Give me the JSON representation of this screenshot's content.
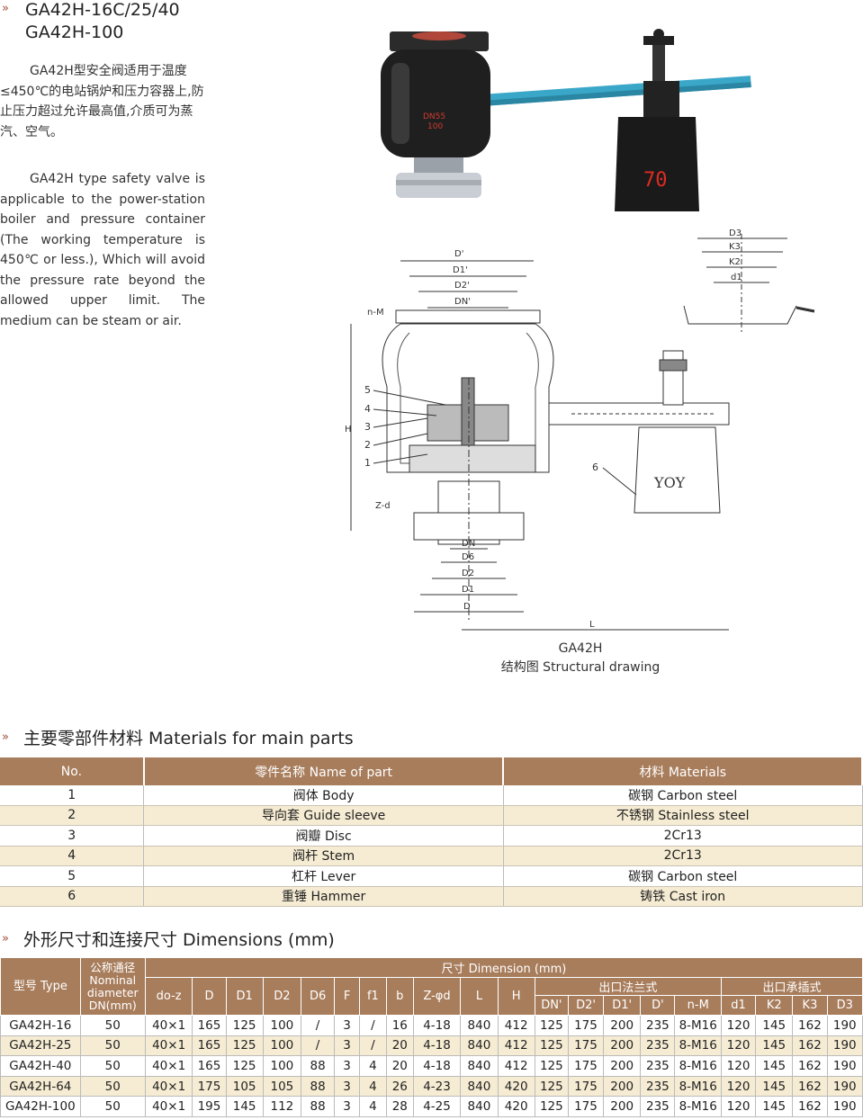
{
  "header": {
    "title_line1": "GA42H-16C/25/40",
    "title_line2": "GA42H-100"
  },
  "intro": {
    "cn": "GA42H型安全阀适用于温度≤450℃的电站锅炉和压力容器上,防止压力超过允许最高值,介质可为蒸汽、空气。",
    "en": "GA42H type safety valve is applicable to the power-station boiler and pressure container (The working temperature is 450℃ or less.), Which will avoid the pressure rate beyond the allowed upper limit. The medium can be steam or air."
  },
  "photo": {
    "body_label_1": "DN55",
    "body_label_2": "100",
    "weight_display": "70"
  },
  "drawing": {
    "caption_model": "GA42H",
    "caption_text": "结构图 Structural drawing",
    "weight_mark": "YOY",
    "labels": [
      "D'",
      "D1'",
      "D2'",
      "DN'",
      "n-M",
      "D3",
      "K3",
      "K2",
      "d1",
      "DN",
      "D6",
      "D2",
      "D1",
      "D",
      "L",
      "H",
      "Z-d",
      "1",
      "2",
      "3",
      "4",
      "5",
      "6"
    ]
  },
  "materials": {
    "section_title": "主要零部件材料 Materials for main parts",
    "headers": [
      "No.",
      "零件名称 Name of part",
      "材料 Materials"
    ],
    "rows": [
      [
        "1",
        "阀体 Body",
        "碳钢 Carbon steel"
      ],
      [
        "2",
        "导向套 Guide sleeve",
        "不锈钢 Stainless steel"
      ],
      [
        "3",
        "阀瓣 Disc",
        "2Cr13"
      ],
      [
        "4",
        "阀杆 Stem",
        "2Cr13"
      ],
      [
        "5",
        "杠杆 Lever",
        "碳钢 Carbon steel"
      ],
      [
        "6",
        "重锤 Hammer",
        "铸铁 Cast iron"
      ]
    ]
  },
  "dimensions": {
    "section_title": "外形尺寸和连接尺寸 Dimensions (mm)",
    "h_type": "型号 Type",
    "h_dn": "公称通径 Nominal diameter DN(mm)",
    "h_dimension": "尺寸 Dimension (mm)",
    "h_outlet_flange": "出口法兰式",
    "h_outlet_socket": "出口承插式",
    "cols": [
      "do-z",
      "D",
      "D1",
      "D2",
      "D6",
      "F",
      "f1",
      "b",
      "Z-φd",
      "L",
      "H",
      "DN'",
      "D2'",
      "D1'",
      "D'",
      "n-M",
      "d1",
      "K2",
      "K3",
      "D3"
    ],
    "rows": [
      [
        "GA42H-16",
        "50",
        "40×1",
        "165",
        "125",
        "100",
        "/",
        "3",
        "/",
        "16",
        "4-18",
        "840",
        "412",
        "125",
        "175",
        "200",
        "235",
        "8-M16",
        "120",
        "145",
        "162",
        "190"
      ],
      [
        "GA42H-25",
        "50",
        "40×1",
        "165",
        "125",
        "100",
        "/",
        "3",
        "/",
        "20",
        "4-18",
        "840",
        "412",
        "125",
        "175",
        "200",
        "235",
        "8-M16",
        "120",
        "145",
        "162",
        "190"
      ],
      [
        "GA42H-40",
        "50",
        "40×1",
        "165",
        "125",
        "100",
        "88",
        "3",
        "4",
        "20",
        "4-18",
        "840",
        "412",
        "125",
        "175",
        "200",
        "235",
        "8-M16",
        "120",
        "145",
        "162",
        "190"
      ],
      [
        "GA42H-64",
        "50",
        "40×1",
        "175",
        "105",
        "105",
        "88",
        "3",
        "4",
        "26",
        "4-23",
        "840",
        "420",
        "125",
        "175",
        "200",
        "235",
        "8-M16",
        "120",
        "145",
        "162",
        "190"
      ],
      [
        "GA42H-100",
        "50",
        "40×1",
        "195",
        "145",
        "112",
        "88",
        "3",
        "4",
        "28",
        "4-25",
        "840",
        "420",
        "125",
        "175",
        "200",
        "235",
        "8-M16",
        "120",
        "145",
        "162",
        "190"
      ]
    ]
  },
  "colors": {
    "header_bg": "#a87d5c",
    "row_alt": "#f6ecd3",
    "lever": "#3aa7c9",
    "valve_body": "#1f1f1f",
    "flange": "#c9cdd4",
    "display_red": "#e02b20"
  }
}
